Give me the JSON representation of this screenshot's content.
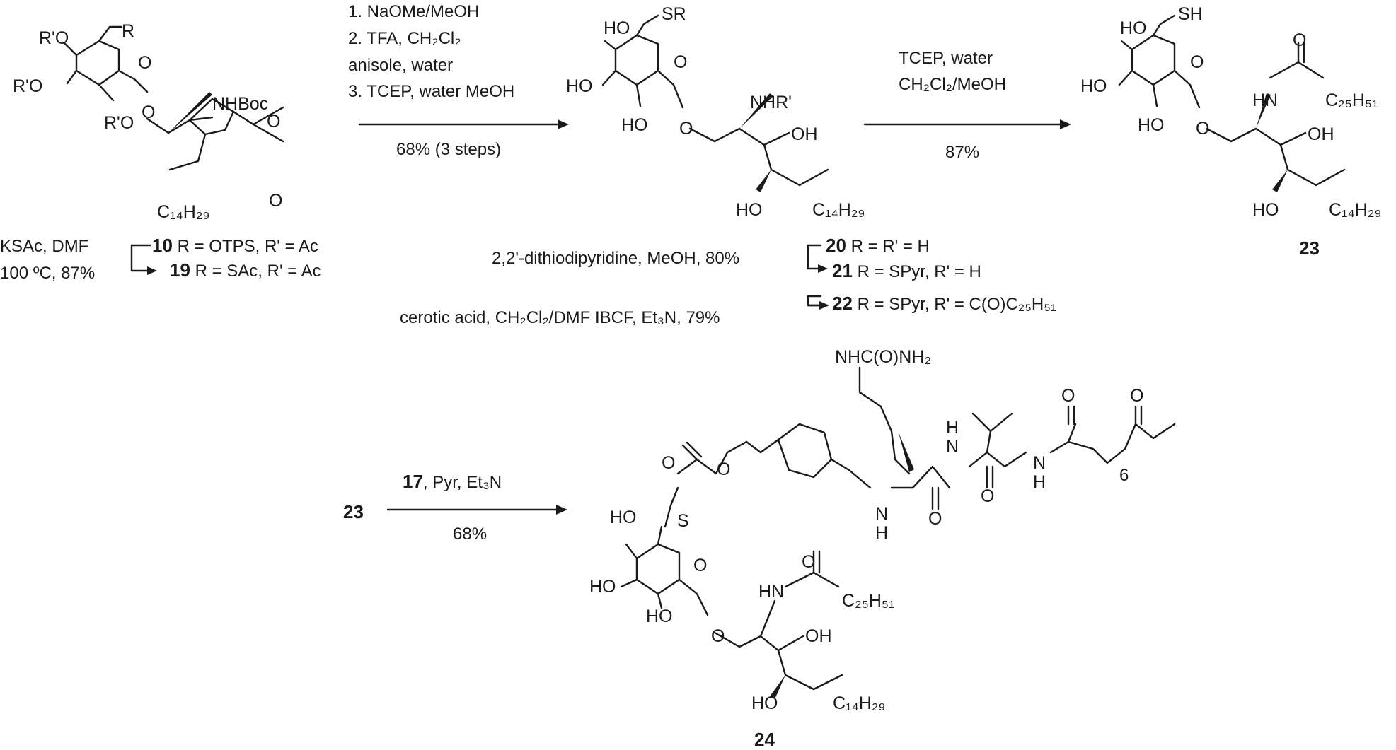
{
  "cmpd_start": {
    "Rp1": "R'O",
    "R": "R",
    "Rp2": "R'O",
    "Rp3": "R'O",
    "NHBoc": "NHBoc",
    "O_ring": "O",
    "O_gly": "O",
    "O_ac1": "O",
    "O_ac2": "O",
    "tail": "C₁₄H₂₉"
  },
  "cond_ksac": [
    "KSAc, DMF",
    "100 ºC, 87%"
  ],
  "cmpd_10": {
    "num": "10",
    "text": " R = OTPS, R' = Ac"
  },
  "cmpd_19": {
    "num": "19",
    "text": " R = SAc, R' = Ac"
  },
  "cond_step1": [
    "1. NaOMe/MeOH",
    "2. TFA, CH₂Cl₂",
    "anisole, water",
    "3. TCEP, water MeOH"
  ],
  "cond_step1_yield": "68% (3 steps)",
  "cmpd_mid": {
    "HO1": "HO",
    "SR": "SR",
    "HO2": "HO",
    "HO3": "HO",
    "O_ring": "O",
    "O_gly": "O",
    "NHR": "NHR'",
    "OH": "OH",
    "HO4": "HO",
    "tail": "C₁₄H₂₉"
  },
  "cond_dithio": "2,2'-dithiodipyridine, MeOH, 80%",
  "cond_cerotic": "cerotic acid, CH₂Cl₂/DMF IBCF, Et₃N, 79%",
  "cmpd_20": {
    "num": "20",
    "text": " R = R' = H"
  },
  "cmpd_21": {
    "num": "21",
    "text": " R = SPyr, R' = H"
  },
  "cmpd_22": {
    "num": "22",
    "text": " R = SPyr, R' = C(O)C₂₅H₅₁"
  },
  "cond_tcep": [
    "TCEP, water",
    "CH₂Cl₂/MeOH"
  ],
  "cond_tcep_yield": "87%",
  "cmpd_23": {
    "num": "23",
    "HO1": "HO",
    "SH": "SH",
    "HO2": "HO",
    "HO3": "HO",
    "O_ring": "O",
    "O_gly": "O",
    "HN": "HN",
    "O_amide": "O",
    "acyl": "C₂₅H₅₁",
    "OH": "OH",
    "HO4": "HO",
    "tail": "C₁₄H₂₉"
  },
  "label_23_left": "23",
  "cond_final": "17, Pyr, Et₃N",
  "cond_final_num": "17",
  "cond_final_rest": ", Pyr, Et₃N",
  "cond_final_yield": "68%",
  "cmpd_24": {
    "num": "24",
    "NHCONH2": "NHC(O)NH₂",
    "O_carb1": "O",
    "O_carb2": "O",
    "S": "S",
    "NH1": "N",
    "H1": "H",
    "NH2": "N",
    "H2": "H",
    "NH3": "N",
    "H3": "H",
    "O_am1": "O",
    "O_am2": "O",
    "O_am3": "O",
    "O_ket": "O",
    "sub6": "6",
    "HO1": "HO",
    "HO2": "HO",
    "HO3": "HO",
    "O_ring": "O",
    "O_gly": "O",
    "HN": "HN",
    "O_acyl": "O",
    "acyl": "C₂₅H₅₁",
    "OH": "OH",
    "HO4": "HO",
    "tail": "C₁₄H₂₉"
  }
}
